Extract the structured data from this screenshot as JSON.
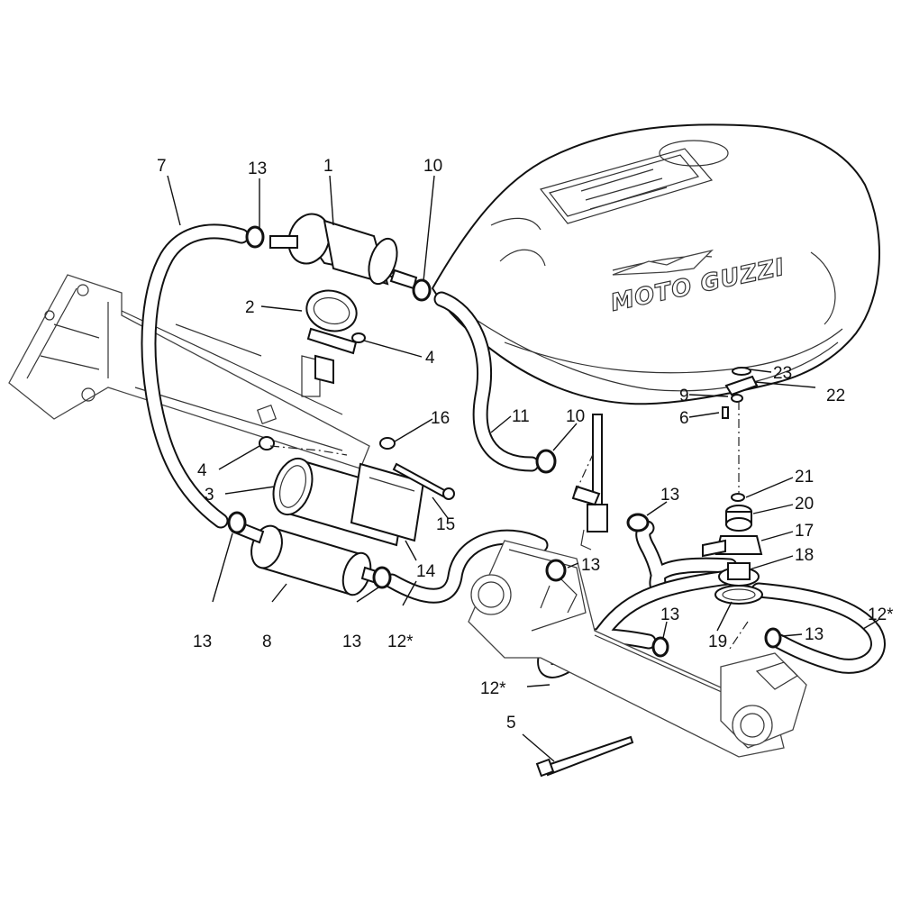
{
  "tank_brand": "MOTO GUZZI",
  "callouts": {
    "c1": "1",
    "c2": "2",
    "c3": "3",
    "c4a": "4",
    "c4b": "4",
    "c5": "5",
    "c6": "6",
    "c7": "7",
    "c8": "8",
    "c9": "9",
    "c10a": "10",
    "c10b": "10",
    "c11": "11",
    "c12a": "12*",
    "c12b": "12*",
    "c12c": "12*",
    "c13a": "13",
    "c13b": "13",
    "c13c": "13",
    "c13d": "13",
    "c13e": "13",
    "c13f": "13",
    "c13g": "13",
    "c14": "14",
    "c15": "15",
    "c16": "16",
    "c17": "17",
    "c18": "18",
    "c19": "19",
    "c20": "20",
    "c21": "21",
    "c22": "22",
    "c23": "23"
  }
}
